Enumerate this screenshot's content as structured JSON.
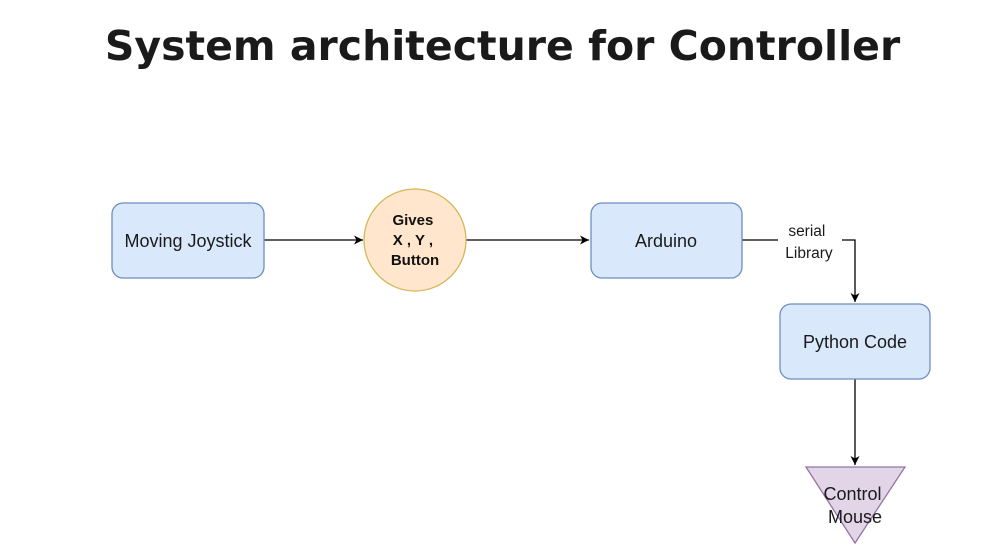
{
  "title": "System architecture for Controller",
  "nodes": {
    "joystick": {
      "label": "Moving Joystick"
    },
    "gives": {
      "lines": [
        "Gives",
        "X , Y ,",
        "Button"
      ]
    },
    "arduino": {
      "label": "Arduino"
    },
    "python": {
      "label": "Python Code"
    },
    "mouse": {
      "lines": [
        "Control",
        "Mouse"
      ]
    }
  },
  "edges": {
    "serial": {
      "lines": [
        "serial",
        "Library"
      ]
    }
  },
  "colors": {
    "box_fill": "#dae8fc",
    "box_stroke": "#6c8ebf",
    "circle_fill": "#ffe6cc",
    "circle_stroke": "#d6b656",
    "triangle_fill": "#e1d5e7",
    "triangle_stroke": "#9673a6",
    "edge": "#000000"
  }
}
